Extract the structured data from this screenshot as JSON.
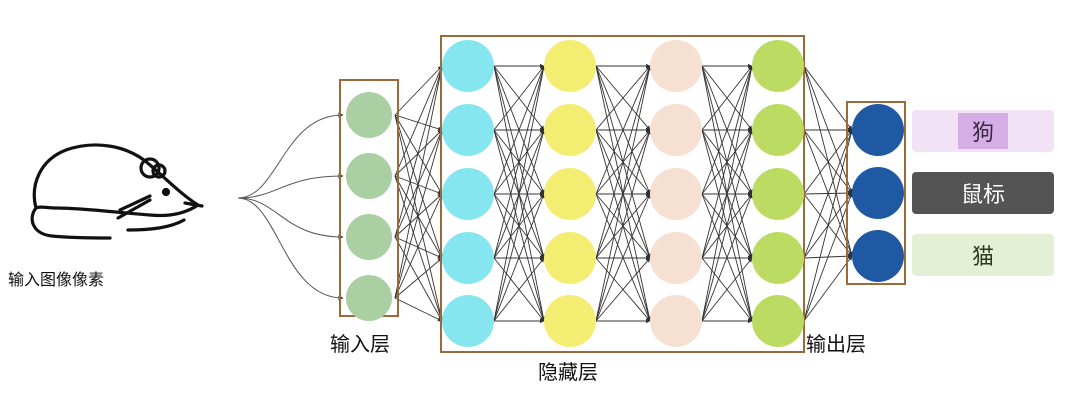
{
  "labels": {
    "input_pixels": "输入图像像素",
    "input_layer": "输入层",
    "hidden_layer": "隐藏层",
    "output_layer": "输出层"
  },
  "outputs": [
    {
      "label": "狗",
      "bg": "#f1e3f5",
      "fg": "#3a2a44",
      "highlight": "#d6aee6"
    },
    {
      "label": "鼠标",
      "bg": "#545454",
      "fg": "#ffffff"
    },
    {
      "label": "猫",
      "bg": "#e3f0d6",
      "fg": "#2f3a20"
    }
  ],
  "layers": [
    {
      "name": "input",
      "nodes": 4,
      "color": "#a9cfa3"
    },
    {
      "name": "hidden-1",
      "nodes": 5,
      "color": "#86e6ef"
    },
    {
      "name": "hidden-2",
      "nodes": 5,
      "color": "#f3ee72"
    },
    {
      "name": "hidden-3",
      "nodes": 5,
      "color": "#f5e0d2"
    },
    {
      "name": "hidden-4",
      "nodes": 5,
      "color": "#bcdb62"
    },
    {
      "name": "output",
      "nodes": 3,
      "color": "#1f58a3"
    }
  ],
  "colors": {
    "frame": "#9a6a3a",
    "edge": "#333333",
    "mouse_outline": "#111111"
  },
  "icons": {
    "subject": "mouse-icon"
  }
}
